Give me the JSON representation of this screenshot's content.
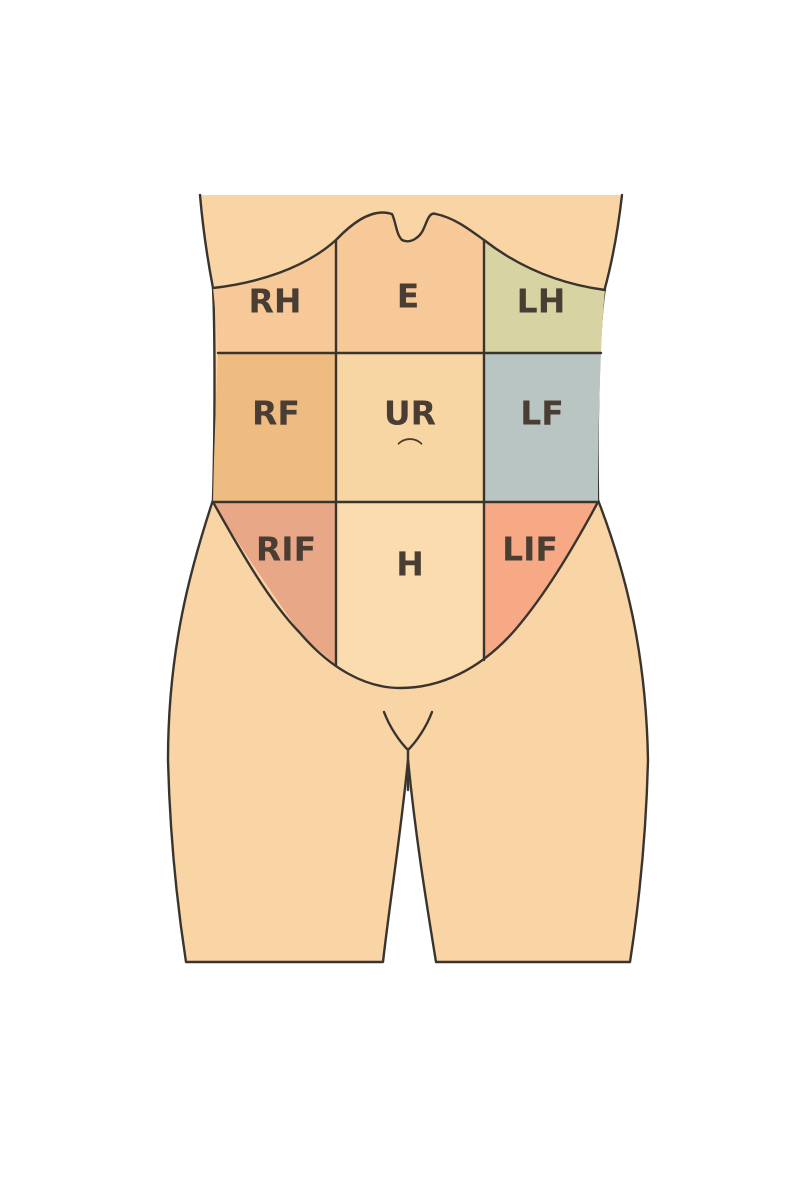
{
  "colors": {
    "skin": "#f9d4a5",
    "outline": "#3a342e",
    "label": "#4a3d33",
    "background": "#ffffff"
  },
  "regions": [
    {
      "id": "rh",
      "label": "RH",
      "color": "#f7c998"
    },
    {
      "id": "e",
      "label": "E",
      "color": "#f7c898"
    },
    {
      "id": "lh",
      "label": "LH",
      "color": "#d8d3a2"
    },
    {
      "id": "rf",
      "label": "RF",
      "color": "#eebb80"
    },
    {
      "id": "ur",
      "label": "UR",
      "color": "#f8d6a3",
      "mark": "⌒"
    },
    {
      "id": "lf",
      "label": "LF",
      "color": "#b8c5c3"
    },
    {
      "id": "rif",
      "label": "RIF",
      "color": "#e8a887"
    },
    {
      "id": "h",
      "label": "H",
      "color": "#fbdcae"
    },
    {
      "id": "lif",
      "label": "LIF",
      "color": "#f7a986"
    }
  ]
}
